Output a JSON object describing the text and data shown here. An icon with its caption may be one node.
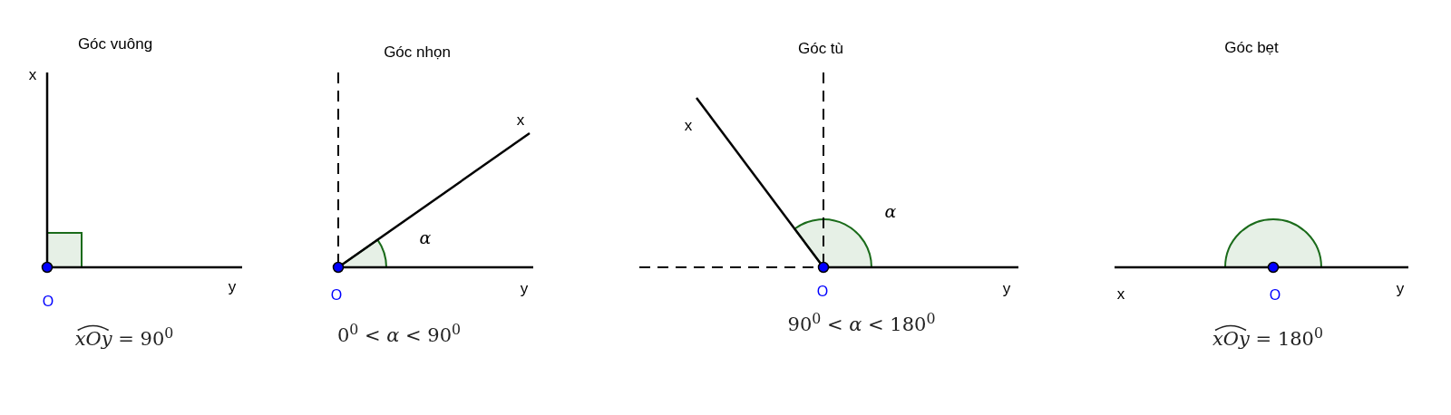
{
  "diagram": {
    "labels": [
      "Góc vuông",
      "x",
      "y",
      "O",
      "*xOy* = 90$^{0}$",
      "Góc nhọn",
      "x",
      "*α*",
      "y",
      "O",
      "0$^{0}$ < *α* < 90$^{0}$",
      "Góc tù",
      "x",
      "*α*",
      "y",
      "O",
      "90$^{0}$ < *α* < 180$^{0}$",
      "Góc bẹt",
      "x",
      "y",
      "O",
      "*xOy* = 180$^{0}$"
    ]
  }
}
